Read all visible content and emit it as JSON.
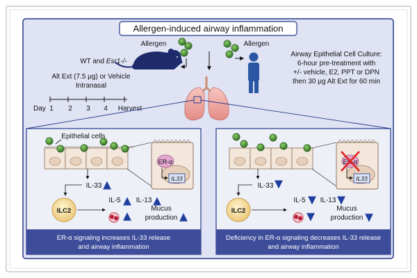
{
  "title": "Allergen-induced airway inflammation",
  "top": {
    "mouse_allergen_label": "Allergen",
    "human_allergen_label": "Allergen",
    "mouse_strain_prefix": "WT and ",
    "mouse_strain_gene": "Esr1-/-",
    "treatment_line1": "Alt Ext (7.5 μg) or Vehicle",
    "treatment_line2": "Intranasal",
    "timeline": {
      "day_label": "Day",
      "ticks": [
        "1",
        "2",
        "3",
        "4",
        "Harvest"
      ]
    },
    "culture_lines": [
      "Airway Epithelial Cell Culture:",
      "6-hour pre-treatment with",
      "+/- vehicle, E2, PPT or DPN",
      "then 30 μg Alt Ext for 60 min"
    ]
  },
  "left_panel": {
    "epithelial_label": "Epithelial cells",
    "receptor_label": "ER-α",
    "gene_label": "IL33",
    "il33_label": "IL-33",
    "il33_direction": "up",
    "ilc2_label": "ILC2",
    "il5_label": "IL-5",
    "il13_label": "IL-13",
    "mucus_line1": "Mucus",
    "mucus_line2": "production",
    "footer_line1": "ER-α signaling increases IL-33 release",
    "footer_line2": "and airway inflammation"
  },
  "right_panel": {
    "receptor_label": "ER-α",
    "gene_label": "IL33",
    "il33_label": "IL-33",
    "il33_direction": "down",
    "ilc2_label": "ILC2",
    "il5_label": "IL-5",
    "il13_label": "IL-13",
    "mucus_line1": "Mucus",
    "mucus_line2": "production",
    "footer_line1": "Deficiency in ER-α signaling decreases IL-33 release",
    "footer_line2": "and airway inflammation"
  },
  "colors": {
    "background_panel": "#dfe3f3",
    "footer_bar": "#3e4d9a",
    "mouse": "#1f2a6b",
    "human": "#2a56a4",
    "arrow_blue": "#1e3f9e",
    "allergen_green": "#3f8a2b",
    "cell_fill": "#f3e7dc"
  }
}
